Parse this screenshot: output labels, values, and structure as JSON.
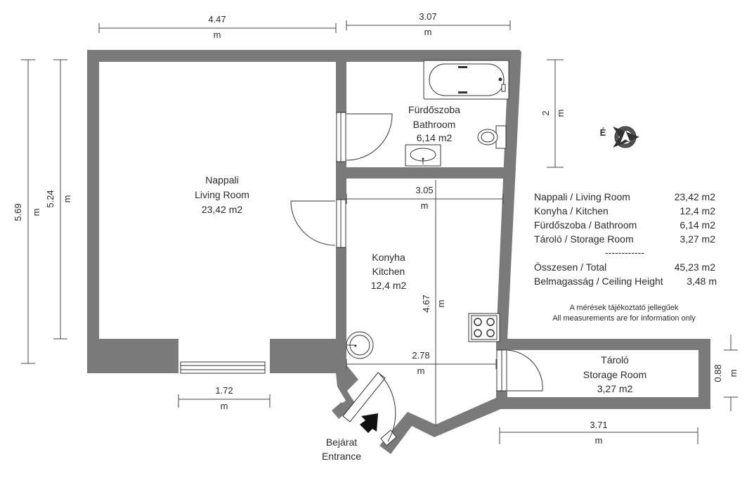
{
  "rooms": {
    "living": {
      "name_hu": "Nappali",
      "name_en": "Living Room",
      "area": "23,42 m2"
    },
    "bathroom": {
      "name_hu": "Fürdőszoba",
      "name_en": "Bathroom",
      "area": "6,14 m2"
    },
    "kitchen": {
      "name_hu": "Konyha",
      "name_en": "Kitchen",
      "area": "12,4 m2"
    },
    "storage": {
      "name_hu": "Tároló",
      "name_en": "Storage Room",
      "area": "3,27 m2"
    },
    "entrance": {
      "name_hu": "Bejárat",
      "name_en": "Entrance"
    }
  },
  "dimensions": {
    "unit": "m",
    "top_left": "4.47",
    "top_right": "3.07",
    "left_outer": "5.69",
    "left_inner": "5.24",
    "bath_height": "2",
    "kitchen_width": "3.05",
    "kitchen_height": "4.67",
    "kitchen_bottom": "2.78",
    "window_width": "1.72",
    "storage_height": "0.88",
    "storage_width": "3.71"
  },
  "compass": {
    "label": "É"
  },
  "legend": {
    "rows": [
      {
        "name": "Nappali / Living Room",
        "value": "23,42 m2"
      },
      {
        "name": "Konyha / Kitchen",
        "value": "12,4 m2"
      },
      {
        "name": "Fürdőszoba / Bathroom",
        "value": "6,14 m2"
      },
      {
        "name": "Tároló / Storage Room",
        "value": "3,27 m2"
      }
    ],
    "separator": "------------",
    "total": {
      "name": "Összesen / Total",
      "value": "45,23 m2"
    },
    "ceiling": {
      "name": "Belmagasság / Ceiling Height",
      "value": "3,48 m"
    }
  },
  "note": {
    "line1": "A mérések tájékoztató jellegűek",
    "line2": "All measurements are for information only"
  },
  "colors": {
    "wall": "#7a7a7a",
    "text": "#2a2a2a",
    "background": "#ffffff"
  }
}
